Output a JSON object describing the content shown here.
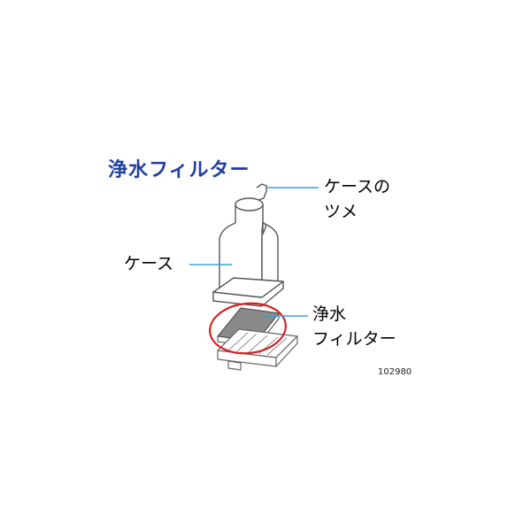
{
  "title": "浄水フィルター",
  "labels": {
    "case_claw_line1": "ケースの",
    "case_claw_line2": "ツメ",
    "case": "ケース",
    "filter_line1": "浄水",
    "filter_line2": "フィルター"
  },
  "figure_code": "102980",
  "colors": {
    "title": "#1f3f9f",
    "leader_line": "#3aa3d6",
    "highlight": "#d62020",
    "filter_fill": "#8a8a8a",
    "outline": "#555555"
  }
}
